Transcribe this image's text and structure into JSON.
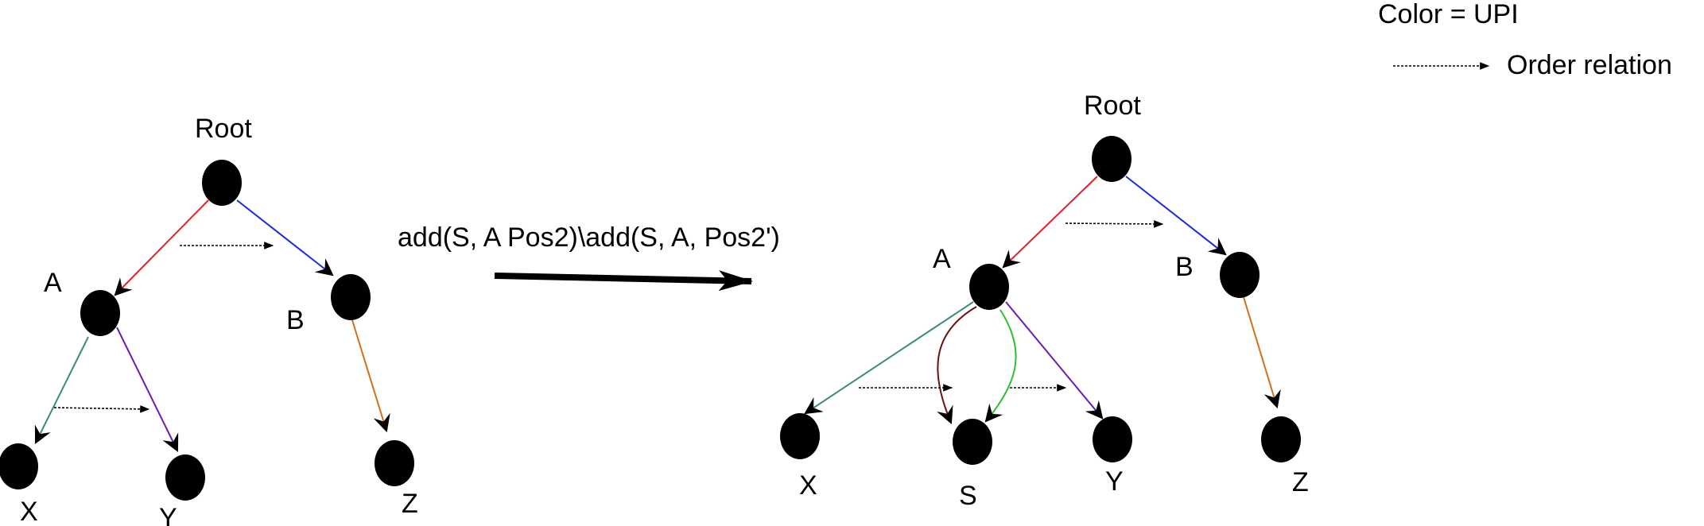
{
  "legend": {
    "color_label": "Color = UPI",
    "order_label": "Order relation"
  },
  "operation": {
    "label": "add(S, A Pos2)\\add(S, A, Pos2')"
  },
  "colors": {
    "red": "#e0202a",
    "blue": "#1a2be0",
    "teal": "#3c8c74",
    "purple": "#6a1eb0",
    "orange": "#d2701e",
    "darkred": "#6e0f0f",
    "green": "#2ec02e",
    "node": "#000000"
  },
  "before": {
    "root_label": "Root",
    "a_label": "A",
    "b_label": "B",
    "x_label": "X",
    "y_label": "Y",
    "z_label": "Z"
  },
  "after": {
    "root_label": "Root",
    "a_label": "A",
    "b_label": "B",
    "x_label": "X",
    "s_label": "S",
    "y_label": "Y",
    "z_label": "Z"
  }
}
